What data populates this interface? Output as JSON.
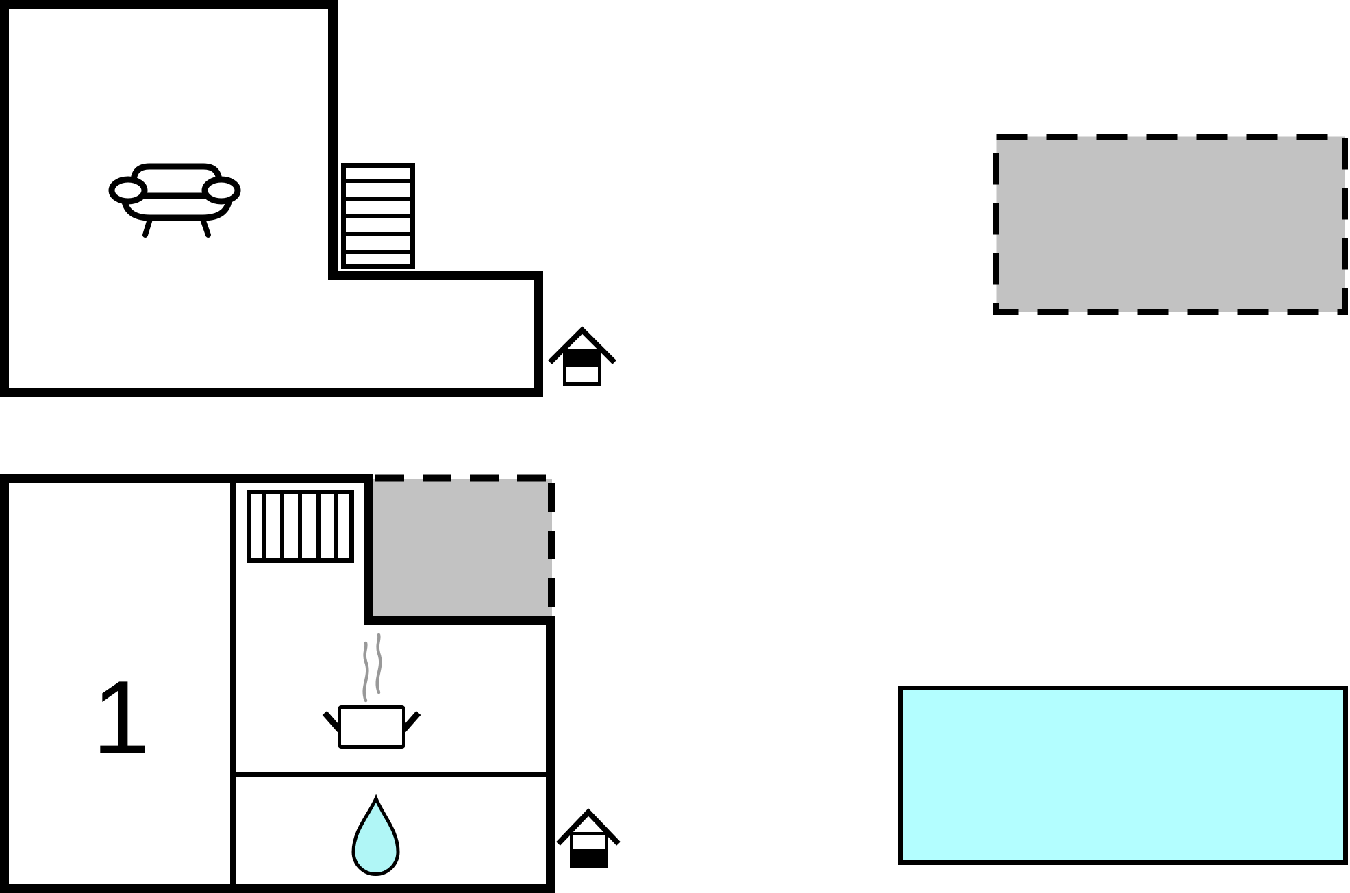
{
  "page": {
    "background": "#ffffff"
  },
  "colors": {
    "wall": "#000000",
    "line": "#000000",
    "terrace_fill": "#c2c2c2",
    "pool_fill": "#b3feff",
    "water_drop_fill": "#b0f6f6",
    "steam_stroke": "#999999",
    "icon_fill": "#ffffff"
  },
  "upper_floor": {
    "icons": [
      "sofa-icon",
      "staircase-icon",
      "entrance-icon"
    ],
    "terrace_style": "dashed"
  },
  "ground_floor": {
    "room_number": "1",
    "icons": [
      "staircase-icon",
      "steam-icon",
      "cooking-pot-icon",
      "water-drop-icon",
      "entrance-icon"
    ],
    "terrace_style": "dashed"
  }
}
